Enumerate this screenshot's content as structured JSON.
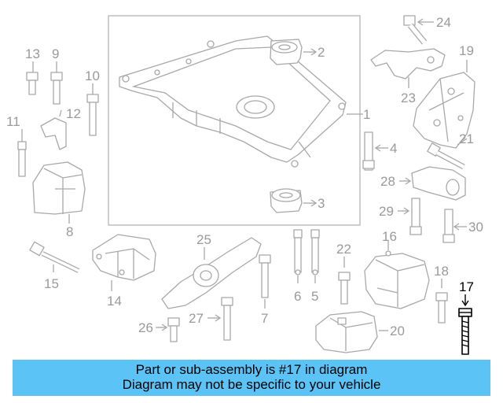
{
  "diagram": {
    "highlighted_callout": "17",
    "callouts": {
      "c1": "1",
      "c2": "2",
      "c3": "3",
      "c4": "4",
      "c5": "5",
      "c6": "6",
      "c7": "7",
      "c8": "8",
      "c9": "9",
      "c10": "10",
      "c11": "11",
      "c12": "12",
      "c13": "13",
      "c14": "14",
      "c15": "15",
      "c16": "16",
      "c17": "17",
      "c18": "18",
      "c19": "19",
      "c20": "20",
      "c21": "21",
      "c22": "22",
      "c23": "23",
      "c24": "24",
      "c25": "25",
      "c26": "26",
      "c27": "27",
      "c28": "28",
      "c29": "29",
      "c30": "30"
    }
  },
  "banner": {
    "line1": "Part or sub-assembly is #17 in diagram",
    "line2": "Diagram may not be specific to your vehicle",
    "background": "#5bc3f5"
  },
  "colors": {
    "line_art": "#a8a8a8",
    "highlight": "#000000"
  }
}
